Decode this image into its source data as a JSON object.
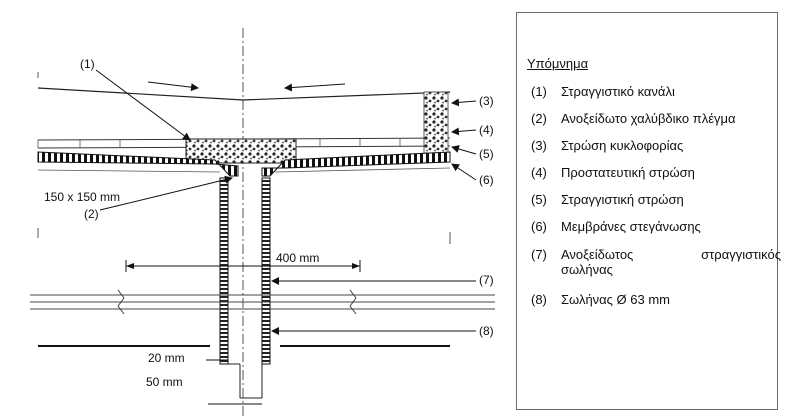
{
  "drawing": {
    "callouts": {
      "c1": "(1)",
      "c2": "(2)",
      "c3": "(3)",
      "c4": "(4)",
      "c5": "(5)",
      "c6": "(6)",
      "c7": "(7)",
      "c8": "(8)"
    },
    "dimensions": {
      "mesh_size": "150 x 150 mm",
      "span": "400 mm",
      "gap": "20 mm",
      "pipe": "50 mm"
    }
  },
  "legend": {
    "title": "Υπόμνημα",
    "items": [
      {
        "num": "(1)",
        "text": "Στραγγιστικό κανάλι"
      },
      {
        "num": "(2)",
        "text": "Ανοξείδωτο χαλύβδικο πλέγμα"
      },
      {
        "num": "(3)",
        "text": "Στρώση κυκλοφορίας"
      },
      {
        "num": "(4)",
        "text": "Προστατευτική στρώση"
      },
      {
        "num": "(5)",
        "text": "Στραγγιστική στρώση"
      },
      {
        "num": "(6)",
        "text": "Μεμβράνες στεγάνωσης"
      },
      {
        "num": "(7)",
        "text": "Ανοξείδωτος στραγγιστικός",
        "text2": "σωλήνας"
      },
      {
        "num": "(8)",
        "text": "Σωλήνας Ø 63 mm"
      }
    ]
  }
}
